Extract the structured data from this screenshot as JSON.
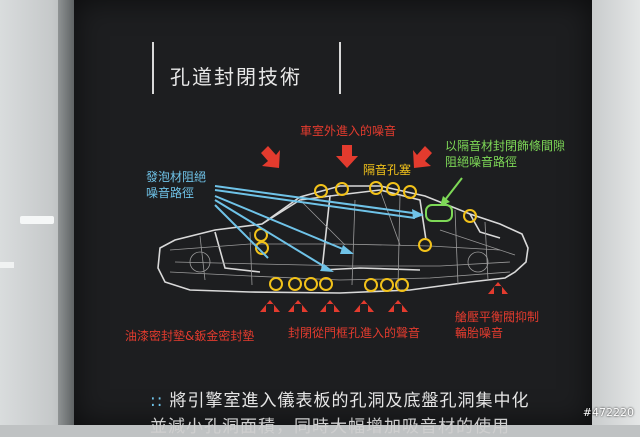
{
  "title": "孔道封閉技術",
  "labels": {
    "outside_noise": "車室外進入的噪音",
    "sound_plug": "隔音孔塞",
    "green_line1": "以隔音材封閉飾條間隙",
    "green_line2": "阻絕噪音路徑",
    "foam_line1": "發泡材阻絕",
    "foam_line2": "噪音路徑",
    "paint_seal": "油漆密封墊&鈑金密封墊",
    "door_frame": "封閉從門框孔進入的聲音",
    "shock_line1": "艙壓平衡閥抑制",
    "shock_line2": "輪胎噪音"
  },
  "bottom": {
    "bullet": "::",
    "line1": "將引擎室進入儀表板的孔洞及底盤孔洞集中化",
    "line2": "並減小孔洞面積，同時大幅增加吸音材的使用"
  },
  "watermark": "#472220",
  "colors": {
    "red": "#e33b2e",
    "blue": "#6fc3e8",
    "yellow": "#f2c21a",
    "green": "#7ed957"
  }
}
